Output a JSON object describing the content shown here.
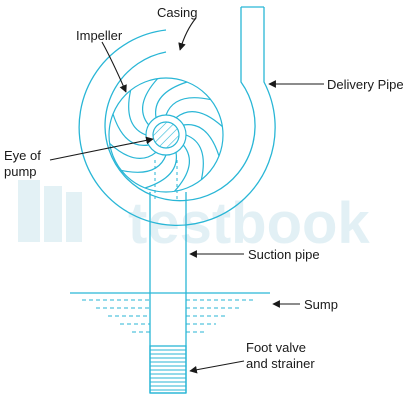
{
  "diagram": {
    "labels": {
      "casing": "Casing",
      "impeller": "Impeller",
      "delivery_pipe": "Delivery Pipe",
      "eye_of_pump_line1": "Eye of",
      "eye_of_pump_line2": "pump",
      "suction_pipe": "Suction pipe",
      "sump": "Sump",
      "foot_valve_line1": "Foot valve",
      "foot_valve_line2": "and strainer"
    },
    "watermark": "testbook",
    "impeller_vane_count": 12,
    "colors": {
      "line": "#29b6d6",
      "arrow": "#1a1a1a",
      "watermark": "#d9ecf2"
    }
  }
}
